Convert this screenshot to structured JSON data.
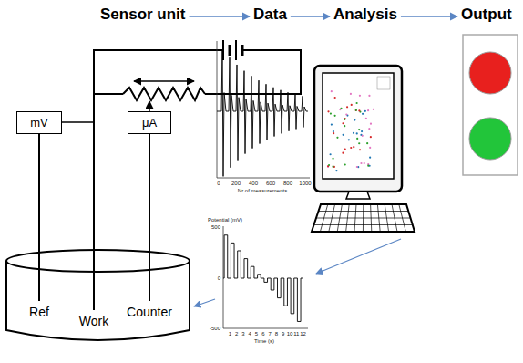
{
  "diagram": {
    "nodes": [
      {
        "text": [
          "Sensor unit"
        ]
      },
      {
        "text": [
          "Data"
        ]
      },
      {
        "text": [
          "Analysis"
        ]
      },
      {
        "text": [
          "Output"
        ]
      },
      {
        "text": [
          "mV"
        ]
      },
      {
        "text": [
          "μA"
        ]
      },
      {
        "text": [
          "Ref",
          "Work",
          "Counter"
        ]
      }
    ],
    "edges": [
      {
        "from": 0,
        "to": 1,
        "arrow": "to"
      },
      {
        "from": 1,
        "to": 2,
        "arrow": "to"
      },
      {
        "from": 2,
        "to": 3,
        "arrow": "to"
      },
      {
        "from": 4,
        "to": 6,
        "arrow": "none"
      },
      {
        "from": 5,
        "to": 6,
        "arrow": "none"
      }
    ],
    "labels": [
      "0",
      "200",
      "400",
      "600",
      "800",
      "1000",
      "Nr of measurements",
      "Potential (mV)",
      "500",
      "0",
      "-500",
      "1",
      "2",
      "3",
      "4",
      "5",
      "6",
      "7",
      "8",
      "9",
      "10",
      "11",
      "12",
      "Time (s)"
    ]
  }
}
